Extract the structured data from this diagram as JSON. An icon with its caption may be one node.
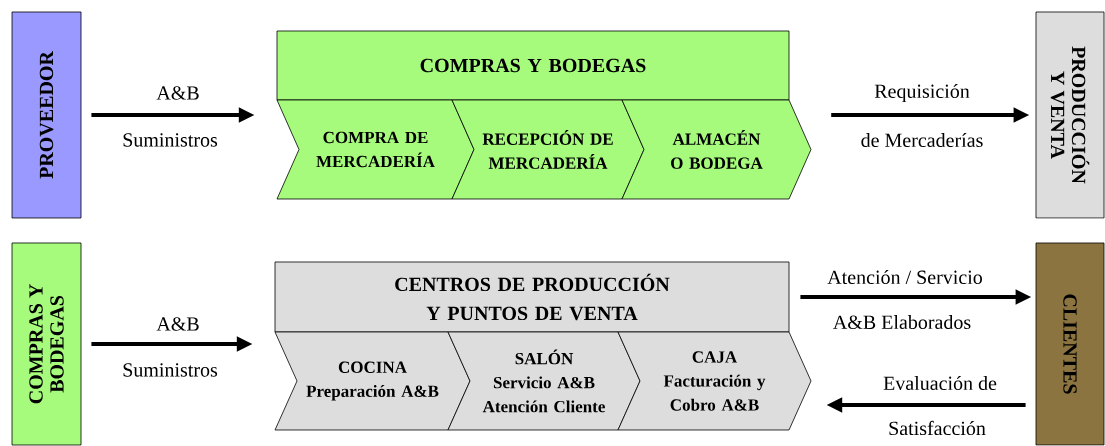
{
  "diagram": {
    "nodes": [
      {
        "text": [
          "PROVEEDOR"
        ]
      },
      {
        "text": [
          "COMPRAS Y BODEGAS"
        ]
      },
      {
        "text": [
          "COMPRA DE MERCADERÍA"
        ]
      },
      {
        "text": [
          "RECEPCIÓN DE MERCADERÍA"
        ]
      },
      {
        "text": [
          "ALMACÉN O BODEGA"
        ]
      },
      {
        "text": [
          "PRODUCCIÓN Y VENTA"
        ]
      },
      {
        "text": [
          "COMPRAS Y BODEGAS"
        ]
      },
      {
        "text": [
          "CENTROS DE PRODUCCIÓN Y PUNTOS DE VENTA"
        ]
      },
      {
        "text": [
          "COCINA",
          "Preparación A&B"
        ]
      },
      {
        "text": [
          "SALÓN",
          "Servicio A&B Atención Cliente"
        ]
      },
      {
        "text": [
          "CAJA",
          "Facturación y Cobro A&B"
        ]
      },
      {
        "text": [
          "CLIENTES"
        ]
      }
    ],
    "edges": [
      {
        "from": 0,
        "to": 2,
        "arrow": "to",
        "label": "A&B"
      },
      {
        "from": 4,
        "to": 5,
        "arrow": "to",
        "label": "Requisición"
      },
      {
        "from": 6,
        "to": 8,
        "arrow": "to",
        "label": "A&B"
      },
      {
        "from": 7,
        "to": 11,
        "arrow": "to",
        "label": "Atención / Servicio"
      },
      {
        "from": 11,
        "to": 10,
        "arrow": "to",
        "label": "Evaluación de"
      }
    ],
    "labels": [
      "Suministros",
      "de Mercaderías",
      "A&B Elaborados",
      "Suministros",
      "Satisfacción"
    ]
  }
}
